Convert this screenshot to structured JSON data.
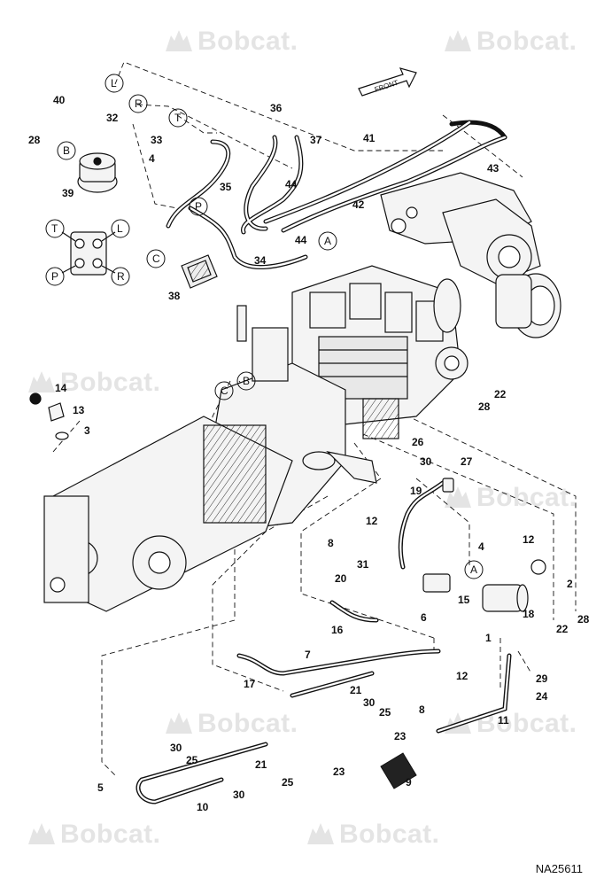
{
  "watermark": "Bobcat.",
  "figure_id": "NA25611",
  "front_label": "FRONT",
  "callouts": [
    "40",
    "28",
    "32",
    "33",
    "4",
    "39",
    "35",
    "36",
    "37",
    "41",
    "43",
    "44",
    "42",
    "34",
    "38",
    "14",
    "13",
    "3",
    "22",
    "26",
    "27",
    "30",
    "19",
    "12",
    "8",
    "31",
    "20",
    "15",
    "16",
    "6",
    "2",
    "18",
    "1",
    "7",
    "17",
    "21",
    "25",
    "11",
    "23",
    "9",
    "5",
    "10",
    "24",
    "29"
  ],
  "circle_labels": [
    "L",
    "R",
    "T",
    "B",
    "P",
    "C",
    "A"
  ],
  "colors": {
    "line": "#111111",
    "watermark": "#e4e4e4",
    "part_fill": "#f4f4f4"
  }
}
